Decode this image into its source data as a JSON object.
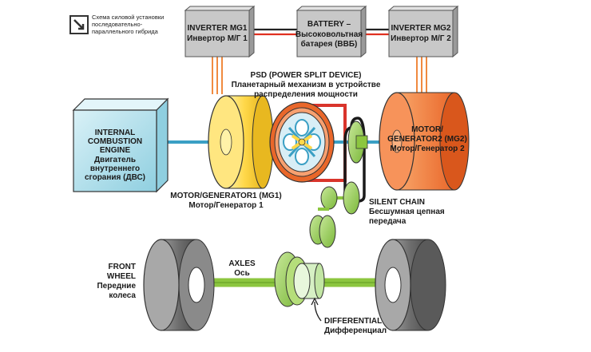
{
  "caption": {
    "line1": "Схема силовой  установки",
    "line2": "последовательно-",
    "line3": "параллельного гибрида"
  },
  "inverter1": {
    "line1": "INVERTER MG1",
    "line2": "Инвертор М/Г 1"
  },
  "battery": {
    "line1": "BATTERY –",
    "line2": "Высоковольтная",
    "line3": "батарея (ВВБ)"
  },
  "inverter2": {
    "line1": "INVERTER MG2",
    "line2": "Инвертор М/Г 2"
  },
  "psd": {
    "line1": "PSD (POWER SPLIT DEVICE)",
    "line2": "Планетарный механизм в устройстве",
    "line3": "распределения мощности"
  },
  "engine": {
    "line1": "INTERNAL",
    "line2": "COMBUSTION",
    "line3": "ENGINE",
    "line4": "Двигатель",
    "line5": "внутреннего",
    "line6": "сгорания (ДВС)"
  },
  "mg1": {
    "line1": "MOTOR/GENERATOR1 (MG1)",
    "line2": "Мотор/Генератор 1"
  },
  "mg2": {
    "line1": "MOTOR/",
    "line2": "GENERATOR2 (MG2)",
    "line3": "Мотор/Генератор 2"
  },
  "chain": {
    "line1": "SILENT CHAIN",
    "line2": "Бесшумная цепная",
    "line3": "передача"
  },
  "wheel": {
    "line1": "FRONT",
    "line2": "WHEEL",
    "line3": "Передние",
    "line4": "колеса"
  },
  "axles": {
    "line1": "AXLES",
    "line2": "Ось"
  },
  "differential": {
    "line1": "DIFFERENTIAL",
    "line2": "Дифференциал"
  },
  "colors": {
    "box_gray": "#c8c8c8",
    "engine_blue": "#b9e3ee",
    "mg1_yellow": "#ffd84a",
    "mg2_orange": "#f47c3c",
    "psd_red": "#d9342b",
    "gear_green": "#8cc63f",
    "wire_red": "#e03020",
    "wire_orange": "#f08a40"
  }
}
